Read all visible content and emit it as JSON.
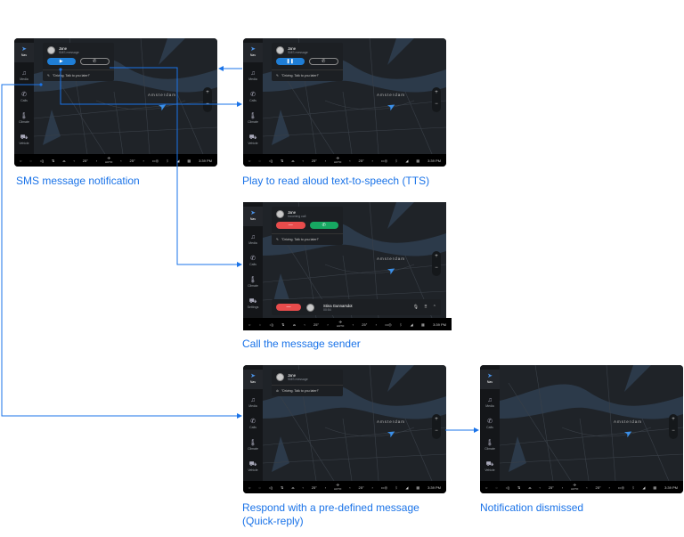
{
  "accent": "#1a73e8",
  "common": {
    "sidebar": [
      "Nav",
      "Media",
      "Calls",
      "Climate",
      "Vehicle"
    ],
    "city": "Amsterdam",
    "temp_left": "25°",
    "temp_right": "25°",
    "fan_mode": "AUTO",
    "time": "3:39 PM",
    "reply": "\"Driving. Talk to you later!\"",
    "contact": "Jane",
    "sms": "SMS message",
    "incoming": "Incoming call",
    "zoom_in": "+",
    "zoom_out": "−"
  },
  "screens": [
    {
      "id": "sms",
      "caption": "SMS message notification",
      "state": "sms-play"
    },
    {
      "id": "tts",
      "caption": "Play to read aloud text-to-speech (TTS)",
      "state": "sms-pause"
    },
    {
      "id": "call",
      "caption": "Call the message sender",
      "state": "call",
      "last_sidebar": "Settings",
      "active_call": {
        "name": "Stina Gunnarsdot",
        "duration": "00:54"
      }
    },
    {
      "id": "quick",
      "caption": "Respond with a pre-defined message (Quick-reply)",
      "state": "replied"
    },
    {
      "id": "dismissed",
      "caption": "Notification dismissed",
      "state": "none"
    }
  ]
}
